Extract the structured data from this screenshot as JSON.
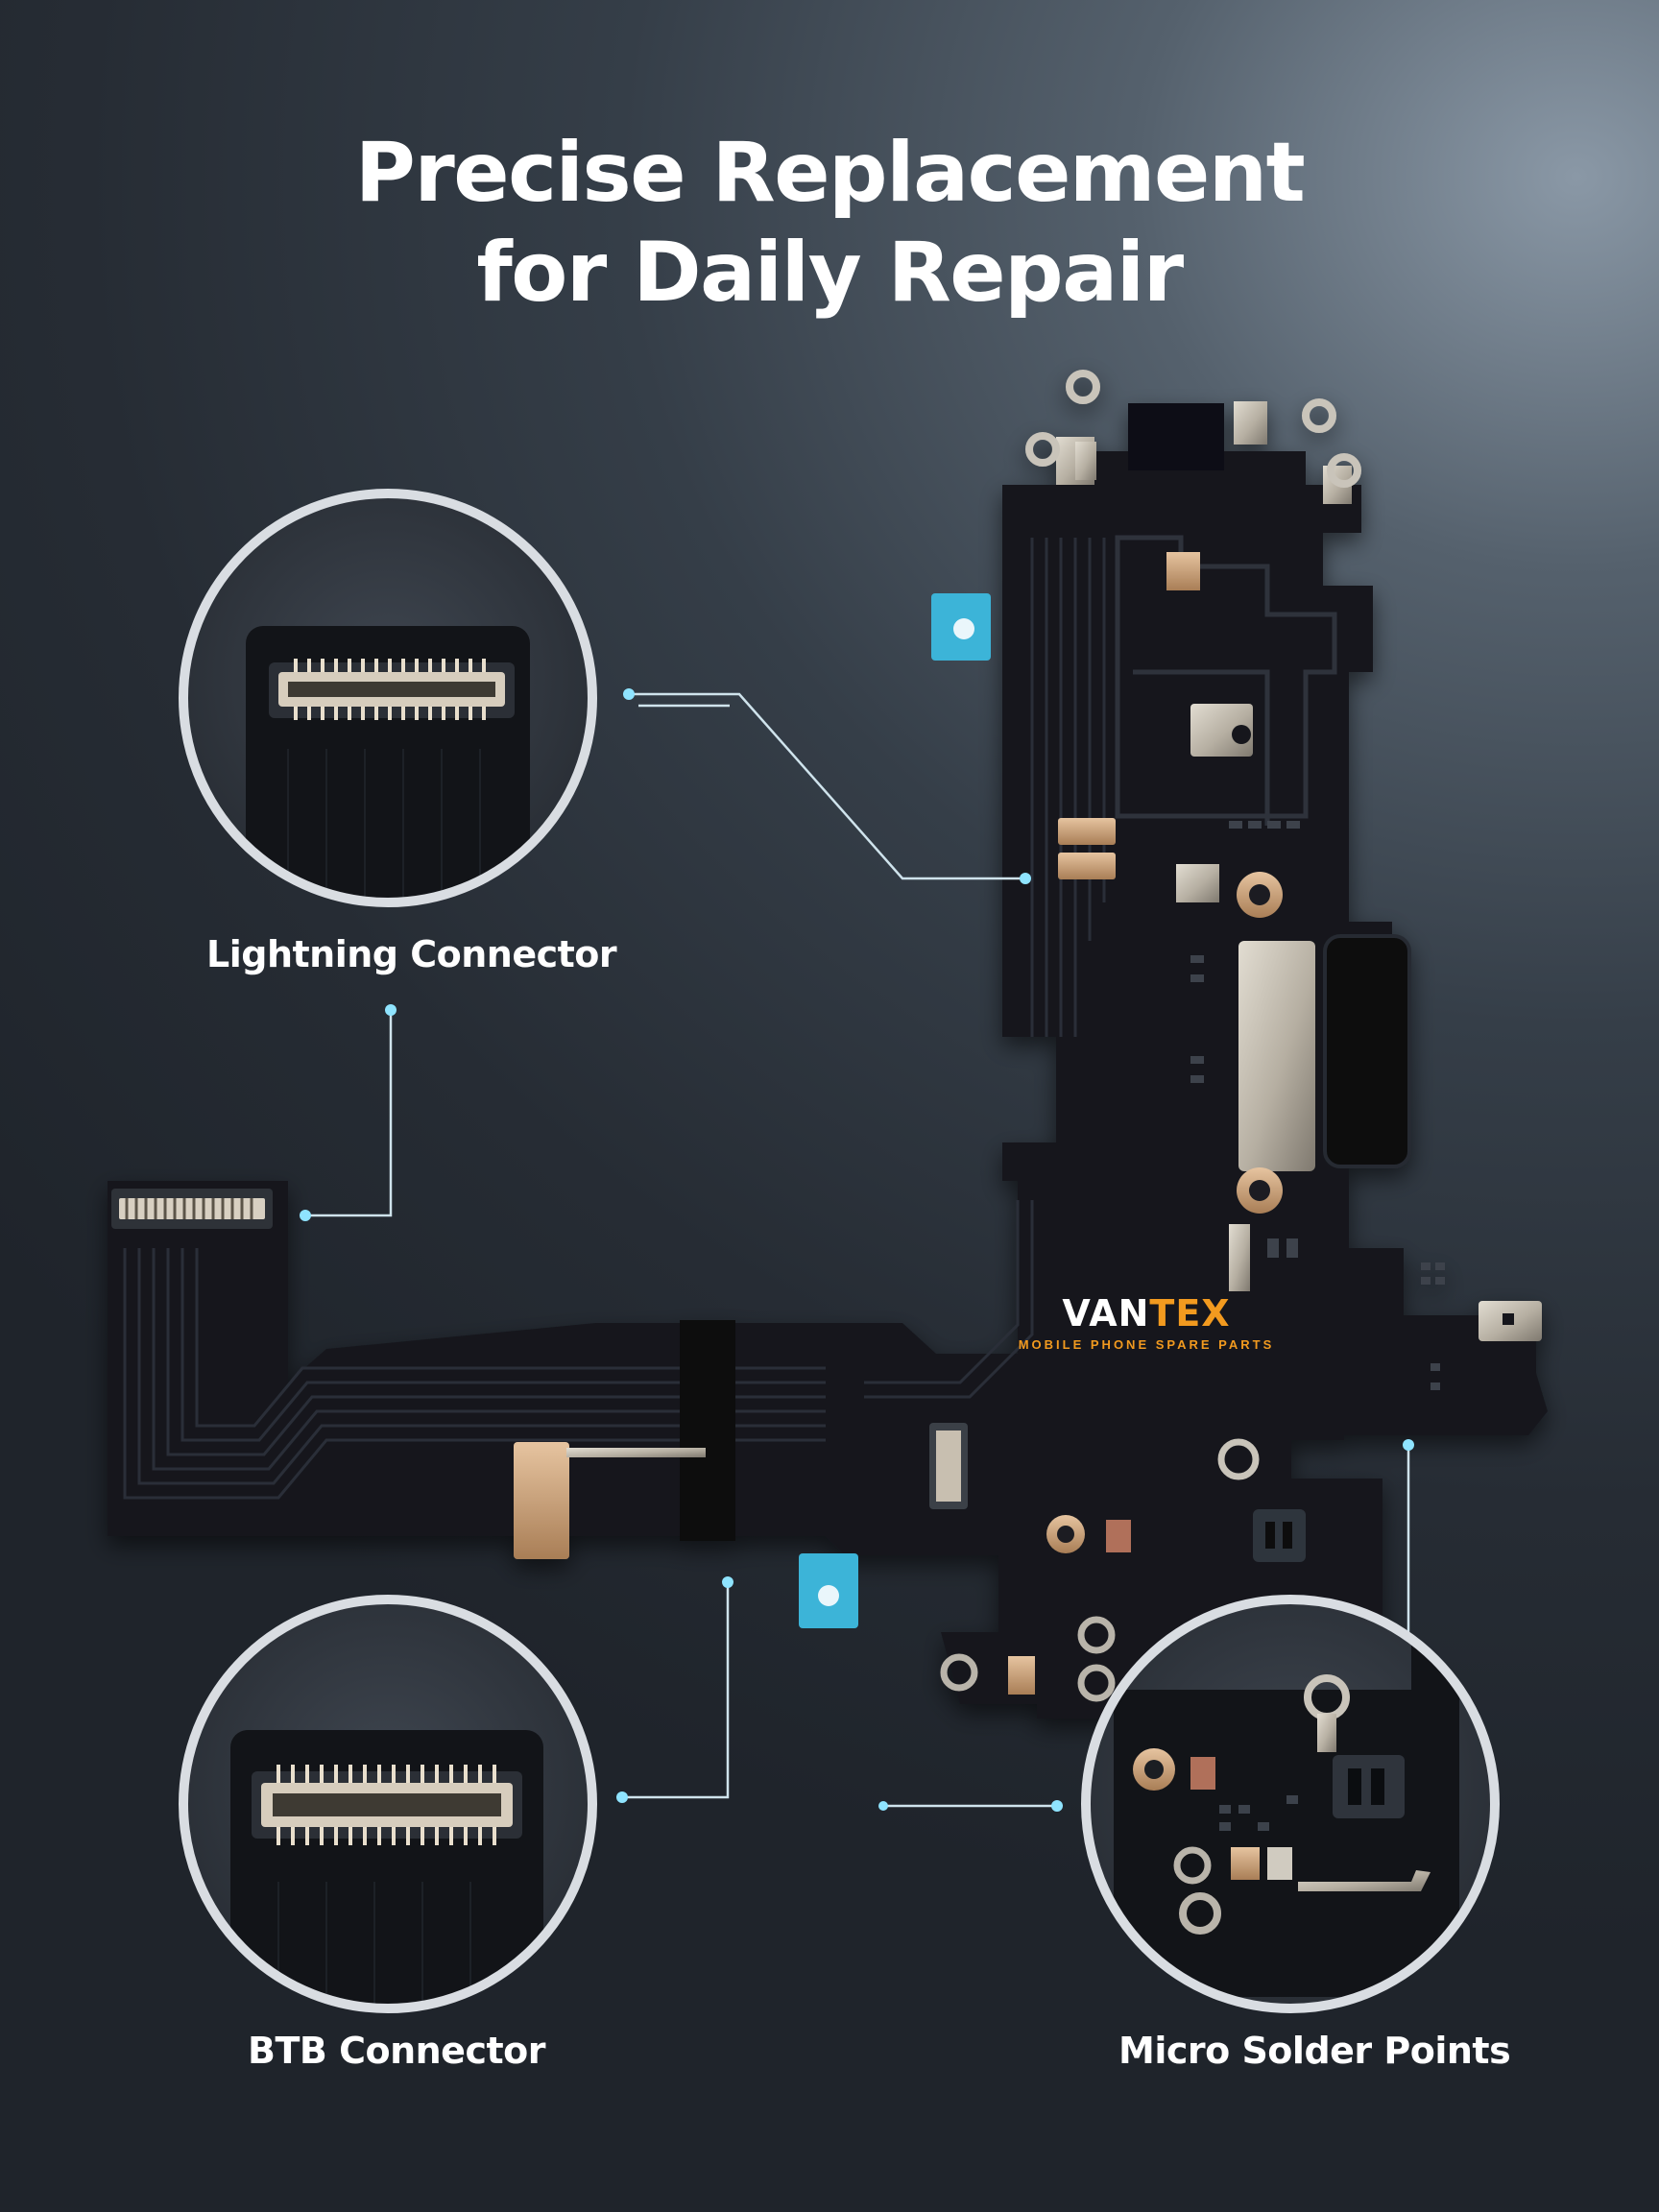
{
  "headline": {
    "line1": "Precise Replacement",
    "line2": "for Daily Repair"
  },
  "callouts": [
    {
      "label": "Lightning Connector",
      "icon": "lightning-connector-closeup"
    },
    {
      "label": "BTB Connector",
      "icon": "btb-connector-closeup"
    },
    {
      "label": "Micro Solder Points",
      "icon": "solder-points-closeup"
    }
  ],
  "brand": {
    "name_part1": "VAN",
    "name_part2": "TEX",
    "tagline": "MOBILE PHONE SPARE PARTS",
    "color_primary": "#ffffff",
    "color_accent": "#f29a1f"
  },
  "colors": {
    "board": "#16191e",
    "trace": "#2a2f37",
    "gold": "#c9a27a",
    "metal": "#b8b2a6",
    "accent_blue": "#3cb4d8",
    "ring": "#d9dde2",
    "connector_line": "#cfe3ec"
  }
}
